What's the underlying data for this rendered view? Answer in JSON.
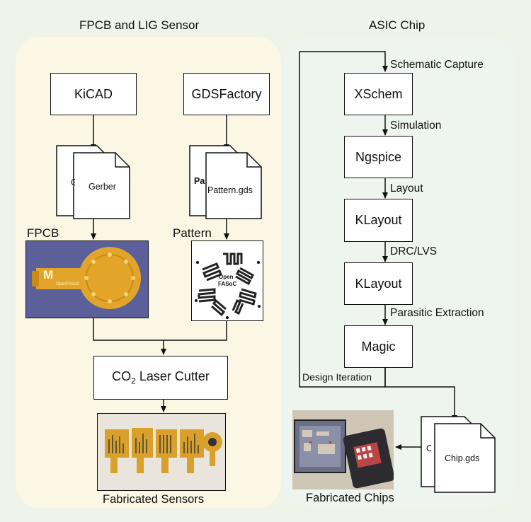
{
  "left_panel": {
    "title": "FPCB and LIG Sensor",
    "kicad": "KiCAD",
    "gdsfactory": "GDSFactory",
    "gerber_doc": "Gerber",
    "gerber_back_char": "G",
    "pattern_doc": "Pattern.gds",
    "pattern_back_char": "Pa",
    "fpcb_label": "FPCB",
    "pattern_label": "Pattern",
    "fpcb_photo_text": "OpenFASoC",
    "fpcb_logo": "M",
    "pattern_photo_text_1": "Open",
    "pattern_photo_text_2": "FASoC",
    "laser_cutter_prefix": "CO",
    "laser_cutter_sub": "2",
    "laser_cutter_suffix": " Laser Cutter",
    "fabricated_sensors": "Fabricated Sensors"
  },
  "right_panel": {
    "title": "ASIC Chip",
    "steps": [
      {
        "edge_label": "Schematic Capture",
        "tool": "XSchem"
      },
      {
        "edge_label": "Simulation",
        "tool": "Ngspice"
      },
      {
        "edge_label": "Layout",
        "tool": "KLayout"
      },
      {
        "edge_label": "DRC/LVS",
        "tool": "KLayout"
      },
      {
        "edge_label": "Parasitic Extraction",
        "tool": "Magic"
      }
    ],
    "design_iteration": "Design Iteration",
    "chip_doc": "Chip.gds",
    "chip_back_char": "C",
    "fabricated_chips": "Fabricated Chips"
  },
  "colors": {
    "background": "#eef4ea",
    "left_panel_fill": "#fbf7e4",
    "right_panel_fill": "#eef5ee",
    "fpcb_photo_bg": "#5b5f9a",
    "copper": "#e2a52a"
  }
}
